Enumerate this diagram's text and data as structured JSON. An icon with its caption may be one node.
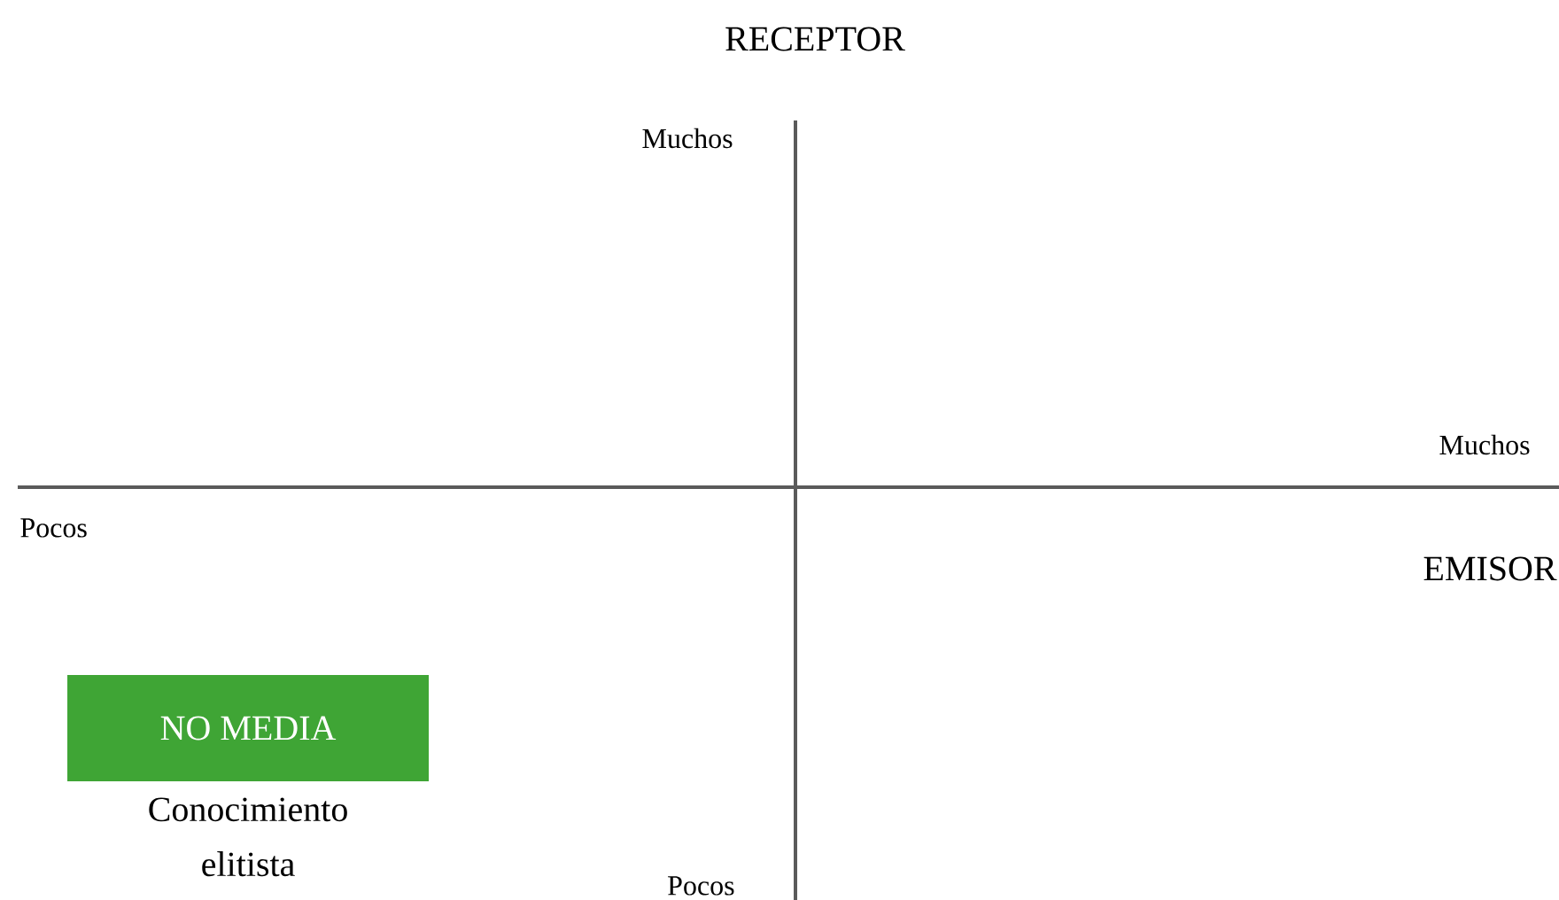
{
  "diagram": {
    "nodes": [
      {
        "text": [
          "NO MEDIA"
        ],
        "beside": [
          "Conocimiento elitista"
        ]
      }
    ],
    "labels": [
      "RECEPTOR",
      "Muchos",
      "Muchos",
      "Pocos",
      "EMISOR",
      "Pocos"
    ]
  }
}
